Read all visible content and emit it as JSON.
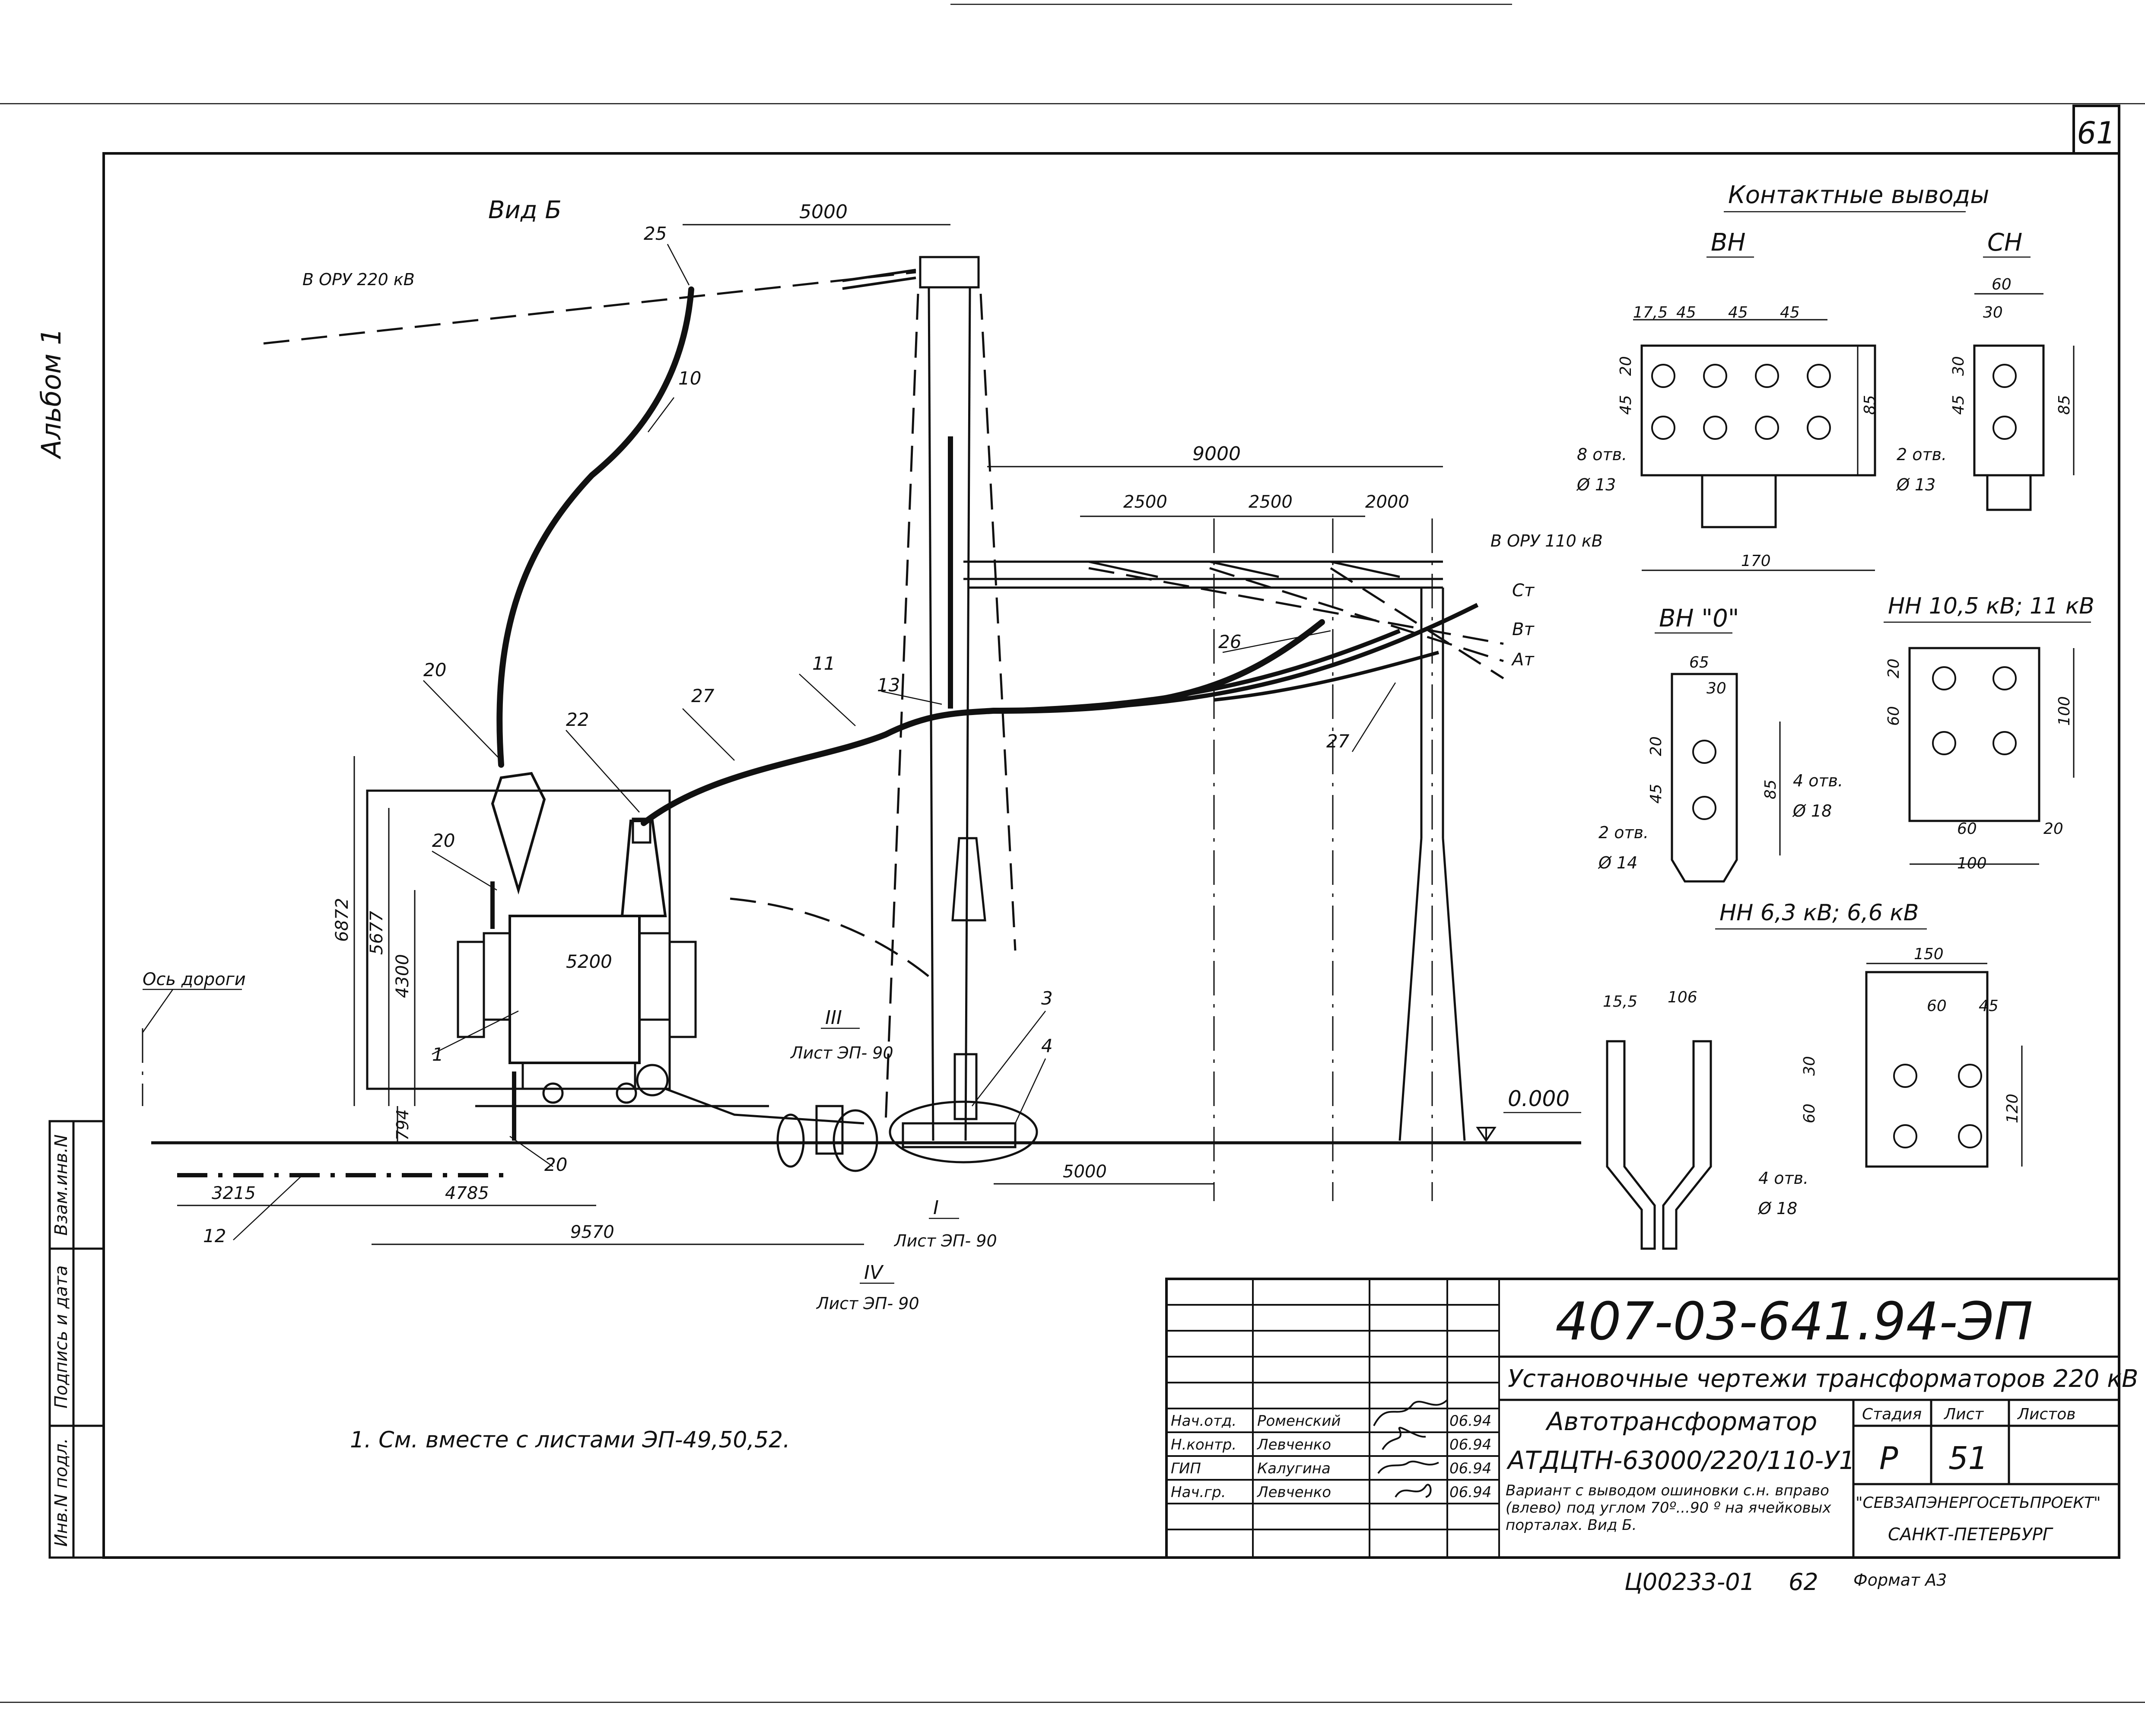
{
  "sheet": {
    "page_number": "61",
    "album_label": "Альбом 1",
    "side_stamp": [
      "Взам.инв.N",
      "Подпись и дата",
      "Инв.N подл."
    ],
    "format_label": "Формат А3",
    "archive_number": "Ц00233-01",
    "archive_sheet": "62"
  },
  "main_view": {
    "title": "Вид Б",
    "to_oru_220": "В ОРУ 220 кВ",
    "to_oru_110": "В ОРУ 110 кВ",
    "road_axis": "Ось дороги",
    "zero_level": "0.000",
    "phases": [
      "Ст",
      "Вт",
      "Ат"
    ],
    "dimensions": {
      "top_span": "5000",
      "portal_span": "9000",
      "spacings": [
        "2500",
        "2500",
        "2000"
      ],
      "heights": [
        "6872",
        "5677",
        "4300",
        "794"
      ],
      "tank_width": "5200",
      "bottom": [
        "3215",
        "4785",
        "9570",
        "5000"
      ]
    },
    "positions": [
      "25",
      "10",
      "20",
      "22",
      "27",
      "11",
      "13",
      "26",
      "27",
      "20",
      "1",
      "3",
      "4",
      "20",
      "12"
    ],
    "detail_refs": [
      {
        "mark": "III",
        "sheet": "Лист ЭП- 90"
      },
      {
        "mark": "I",
        "sheet": "Лист ЭП- 90"
      },
      {
        "mark": "IV",
        "sheet": "Лист ЭП- 90"
      }
    ]
  },
  "contacts": {
    "title": "Контактные выводы",
    "vn": {
      "label": "ВН",
      "dims": [
        "17,5",
        "45",
        "45",
        "45",
        "20",
        "45",
        "85",
        "170"
      ],
      "holes": "8 отв.",
      "dia": "Ø 13"
    },
    "sn": {
      "label": "СН",
      "dims": [
        "60",
        "30",
        "30",
        "45",
        "85"
      ],
      "holes": "2 отв.",
      "dia": "Ø 13"
    },
    "vn0": {
      "label": "ВН \"0\"",
      "dims": [
        "65",
        "30",
        "20",
        "45",
        "85"
      ],
      "holes": "2 отв.",
      "dia": "Ø 14"
    },
    "nn10": {
      "label": "НН 10,5 кВ; 11 кВ",
      "dims": [
        "20",
        "60",
        "100",
        "60",
        "20",
        "100"
      ],
      "holes": "4 отв.",
      "dia": "Ø 18"
    },
    "nn6": {
      "label": "НН 6,3 кВ; 6,6 кВ",
      "dims": [
        "150",
        "60",
        "45",
        "30",
        "60",
        "120",
        "15,5",
        "106"
      ],
      "holes": "4 отв.",
      "dia": "Ø 18"
    }
  },
  "note": "1. См. вместе с листами ЭП-49,50,52.",
  "title_block": {
    "doc_code": "407-03-641.94-ЭП",
    "project_title": "Установочные чертежи трансформаторов 220 кВ",
    "drawing_name_1": "Автотрансформатор",
    "drawing_name_2": "АТДЦТН-63000/220/110-У1",
    "description": "Вариант с выводом ошиновки с.н. вправо (влево) под углом 70º...90 º на ячейковых порталах. Вид Б.",
    "headers": {
      "stage": "Стадия",
      "sheet": "Лист",
      "sheets": "Листов"
    },
    "stage": "Р",
    "sheet_no": "51",
    "org_1": "\"СЕВЗАПЭНЕРГОСЕТЬПРОЕКТ\"",
    "org_2": "САНКТ-ПЕТЕРБУРГ",
    "signers": [
      {
        "role": "Нач.отд.",
        "name": "Роменский",
        "date": "06.94"
      },
      {
        "role": "Н.контр.",
        "name": "Левченко",
        "date": "06.94"
      },
      {
        "role": "ГИП",
        "name": "Калугина",
        "date": "06.94"
      },
      {
        "role": "Нач.гр.",
        "name": "Левченко",
        "date": "06.94"
      }
    ]
  }
}
